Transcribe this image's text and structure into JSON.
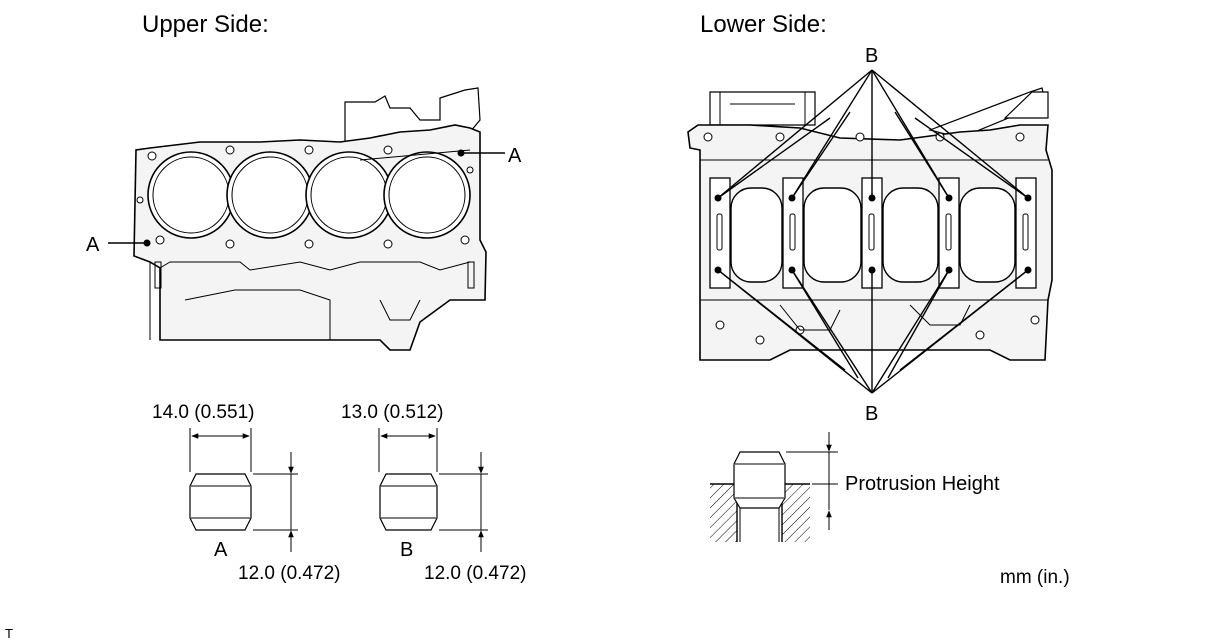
{
  "upper": {
    "heading": "Upper Side:",
    "pin_label_left": "A",
    "pin_label_right": "A"
  },
  "lower": {
    "heading": "Lower Side:",
    "pin_label_top": "B",
    "pin_label_bottom": "B"
  },
  "pins": {
    "a_width": "14.0 (0.551)",
    "a_height": "12.0 (0.472)",
    "a_label": "A",
    "b_width": "13.0 (0.512)",
    "b_height": "12.0 (0.472)",
    "b_label": "B"
  },
  "protrusion": {
    "label": "Protrusion Height"
  },
  "units": "mm (in.)",
  "corner_mark": "T"
}
